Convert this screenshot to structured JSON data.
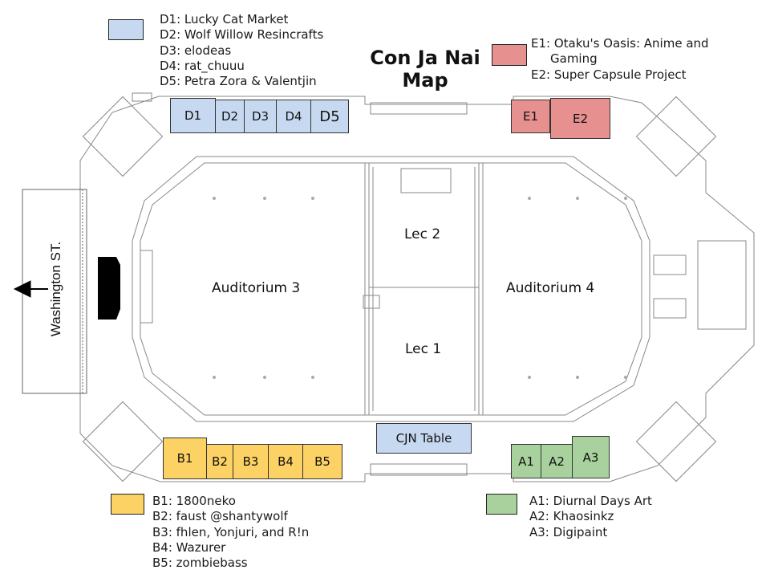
{
  "title_line1": "Con Ja Nai",
  "title_line2": "Map",
  "colors": {
    "blue": "#c6d9f1",
    "red": "#e6908f",
    "yellow": "#fdd264",
    "green": "#a9d19d"
  },
  "legends": {
    "d": [
      "D1: Lucky Cat Market",
      "D2: Wolf Willow Resincrafts",
      "D3: elodeas",
      "D4: rat_chuuu",
      "D5: Petra Zora & Valentjin"
    ],
    "e": [
      "E1: Otaku's Oasis: Anime and",
      "Gaming",
      "E2: Super Capsule Project"
    ],
    "b": [
      "B1: 1800neko",
      "B2: faust @shantywolf",
      "B3: fhlen, Yonjuri, and R!n",
      "B4: Wazurer",
      "B5: zombiebass"
    ],
    "a": [
      "A1: Diurnal Days Art",
      "A2: Khaosinkz",
      "A3: Digipaint"
    ]
  },
  "rooms": {
    "aud3": "Auditorium 3",
    "aud4": "Auditorium 4",
    "lec1": "Lec 1",
    "lec2": "Lec 2"
  },
  "street": "Washington ST.",
  "cjn_table": "CJN Table",
  "booths": {
    "D1": "D1",
    "D2": "D2",
    "D3": "D3",
    "D4": "D4",
    "D5": "D5",
    "E1": "E1",
    "E2": "E2",
    "B1": "B1",
    "B2": "B2",
    "B3": "B3",
    "B4": "B4",
    "B5": "B5",
    "A1": "A1",
    "A2": "A2",
    "A3": "A3"
  }
}
